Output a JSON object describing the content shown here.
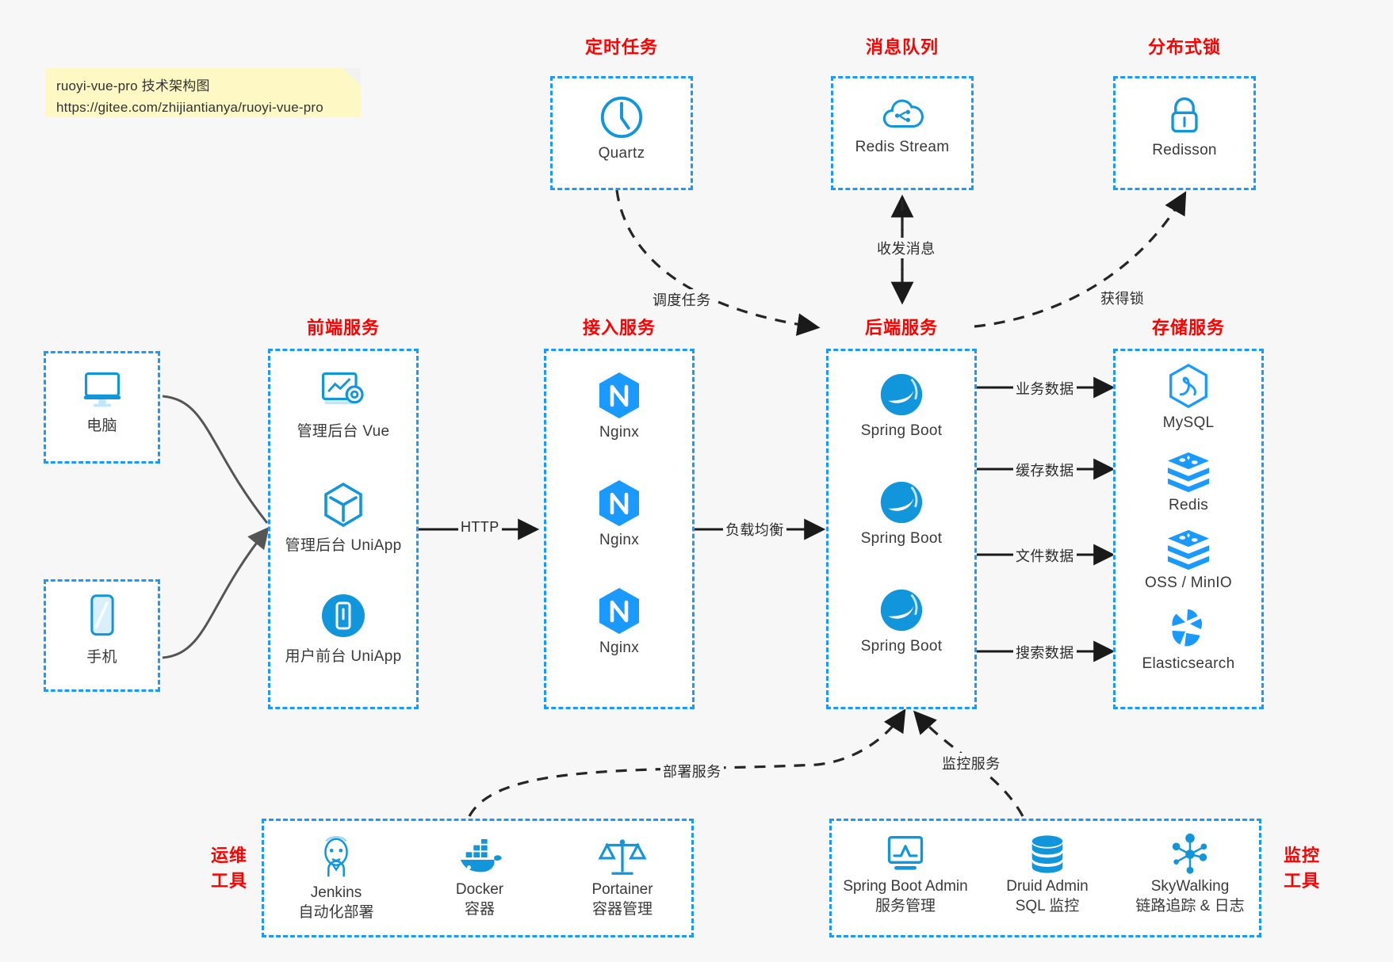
{
  "note": {
    "line1": "ruoyi-vue-pro 技术架构图",
    "line2": "https://gitee.com/zhijiantianya/ruoyi-vue-pro"
  },
  "colors": {
    "accent_blue": "#1a9afe",
    "icon_blue": "#1296db",
    "title_red": "#ff0000",
    "background": "#f7f7f7",
    "box_fill": "#ffffff",
    "arrow_black": "#1a1a1a",
    "arrow_gray": "#5a5a5a",
    "note_yellow": "#fdf8c4"
  },
  "groups": {
    "scheduled_task": {
      "title": "定时任务",
      "items": [
        {
          "label": "Quartz",
          "icon": "clock-icon"
        }
      ]
    },
    "message_queue": {
      "title": "消息队列",
      "items": [
        {
          "label": "Redis Stream",
          "icon": "cloud-stream-icon"
        }
      ]
    },
    "distributed_lock": {
      "title": "分布式锁",
      "items": [
        {
          "label": "Redisson",
          "icon": "lock-icon"
        }
      ]
    },
    "clients": {
      "items": [
        {
          "label": "电脑",
          "icon": "desktop-icon"
        },
        {
          "label": "手机",
          "icon": "mobile-icon"
        }
      ]
    },
    "frontend": {
      "title": "前端服务",
      "items": [
        {
          "label": "管理后台 Vue",
          "icon": "dashboard-icon"
        },
        {
          "label": "管理后台 UniApp",
          "icon": "cube-icon"
        },
        {
          "label": "用户前台 UniApp",
          "icon": "phone-app-icon"
        }
      ]
    },
    "gateway": {
      "title": "接入服务",
      "items": [
        {
          "label": "Nginx",
          "icon": "nginx-icon"
        },
        {
          "label": "Nginx",
          "icon": "nginx-icon"
        },
        {
          "label": "Nginx",
          "icon": "nginx-icon"
        }
      ]
    },
    "backend": {
      "title": "后端服务",
      "items": [
        {
          "label": "Spring Boot",
          "icon": "spring-boot-icon"
        },
        {
          "label": "Spring Boot",
          "icon": "spring-boot-icon"
        },
        {
          "label": "Spring Boot",
          "icon": "spring-boot-icon"
        }
      ]
    },
    "storage": {
      "title": "存储服务",
      "items": [
        {
          "label": "MySQL",
          "icon": "mysql-icon"
        },
        {
          "label": "Redis",
          "icon": "redis-icon"
        },
        {
          "label": "OSS / MinIO",
          "icon": "redis-icon"
        },
        {
          "label": "Elasticsearch",
          "icon": "elasticsearch-icon"
        }
      ]
    },
    "devops": {
      "title": "运维\n工具",
      "title_line1": "运维",
      "title_line2": "工具",
      "items": [
        {
          "name": "Jenkins",
          "desc": "自动化部署",
          "icon": "jenkins-icon"
        },
        {
          "name": "Docker",
          "desc": "容器",
          "icon": "docker-icon"
        },
        {
          "name": "Portainer",
          "desc": "容器管理",
          "icon": "scales-icon"
        }
      ]
    },
    "monitoring": {
      "title_line1": "监控",
      "title_line2": "工具",
      "items": [
        {
          "name": "Spring Boot Admin",
          "desc": "服务管理",
          "icon": "monitor-chart-icon"
        },
        {
          "name": "Druid Admin",
          "desc": "SQL 监控",
          "icon": "database-icon"
        },
        {
          "name": "SkyWalking",
          "desc": "链路追踪 & 日志",
          "icon": "skywalking-icon"
        }
      ]
    }
  },
  "edges": [
    {
      "id": "http",
      "label": "HTTP"
    },
    {
      "id": "load-balance",
      "label": "负载均衡"
    },
    {
      "id": "schedule-task",
      "label": "调度任务"
    },
    {
      "id": "send-receive-message",
      "label": "收发消息"
    },
    {
      "id": "acquire-lock",
      "label": "获得锁"
    },
    {
      "id": "business-data",
      "label": "业务数据"
    },
    {
      "id": "cache-data",
      "label": "缓存数据"
    },
    {
      "id": "file-data",
      "label": "文件数据"
    },
    {
      "id": "search-data",
      "label": "搜索数据"
    },
    {
      "id": "deploy-service",
      "label": "部署服务"
    },
    {
      "id": "monitor-service",
      "label": "监控服务"
    }
  ]
}
